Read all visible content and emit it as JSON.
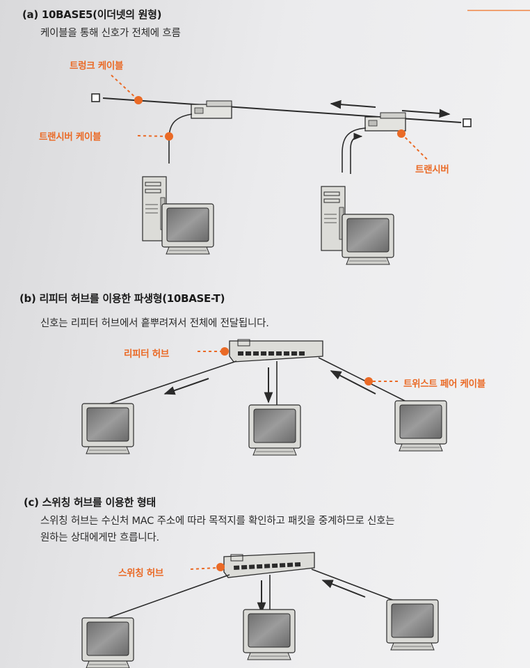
{
  "colors": {
    "accent": "#ea6a26",
    "line": "#2b2b2b",
    "device": "#d9d9d6",
    "screen": "#8a8a8a"
  },
  "sections": [
    {
      "title": "(a) 10BASE5(이더넷의 원형)",
      "description": [
        "케이블을 통해 신호가 전체에 흐름"
      ],
      "labels": {
        "trunk": "트렁크 케이블",
        "transceiver_cable": "트랜시버 케이블",
        "transceiver": "트랜시버"
      }
    },
    {
      "title": "(b) 리피터 허브를 이용한 파생형(10BASE-T)",
      "description": [
        "신호는 리피터 허브에서 흩뿌려져서 전체에 전달됩니다."
      ],
      "labels": {
        "hub": "리피터 허브",
        "cable": "트위스트 페어 케이블"
      }
    },
    {
      "title": "(c) 스위칭 허브를 이용한 형태",
      "description": [
        "스위칭 허브는 수신처 MAC 주소에 따라 목적지를 확인하고 패킷을 중계하므로 신호는",
        "원하는 상대에게만 흐릅니다."
      ],
      "labels": {
        "hub": "스위칭 허브"
      }
    }
  ]
}
